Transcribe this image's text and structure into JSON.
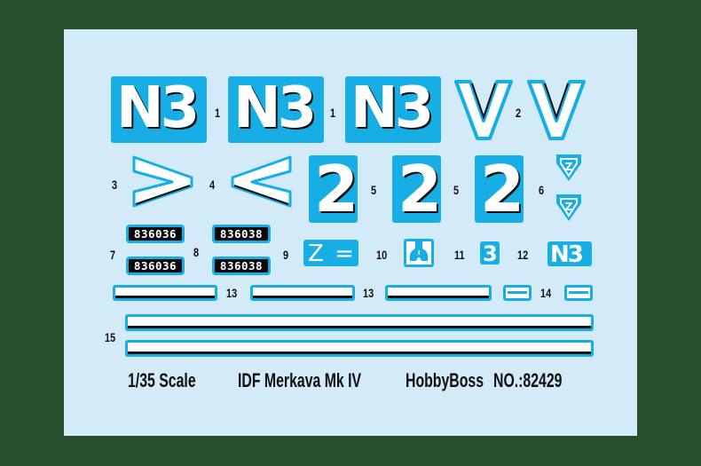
{
  "sheet": {
    "background": "#d3eaf8",
    "frame_color": "#26502c",
    "accent_color": "#17aee6"
  },
  "decals": {
    "d1": {
      "number": "1",
      "text": "N3",
      "count": 3
    },
    "d2": {
      "number": "2",
      "text": "V",
      "count": 2
    },
    "d3": {
      "number": "3",
      "text": ">"
    },
    "d4": {
      "number": "4",
      "text": "<"
    },
    "d5": {
      "number": "5",
      "text": "2",
      "count": 3
    },
    "d6": {
      "number": "6",
      "text": "Z",
      "count": 2
    },
    "d7": {
      "number": "7",
      "text": "836036",
      "count": 2
    },
    "d8": {
      "number": "8",
      "text": "836038",
      "count": 2
    },
    "d9": {
      "number": "9",
      "text": "Z ="
    },
    "d10": {
      "number": "10",
      "icon": "crest-icon"
    },
    "d11": {
      "number": "11",
      "text": "3"
    },
    "d12": {
      "number": "12",
      "text": "N3"
    },
    "d13": {
      "number": "13",
      "count": 3
    },
    "d14": {
      "number": "14",
      "count": 2
    },
    "d15": {
      "number": "15",
      "count": 2
    }
  },
  "footer": {
    "scale": "1/35  Scale",
    "model": "IDF Merkava Mk IV",
    "brand": "HobbyBoss",
    "product_no": "NO.:82429"
  }
}
